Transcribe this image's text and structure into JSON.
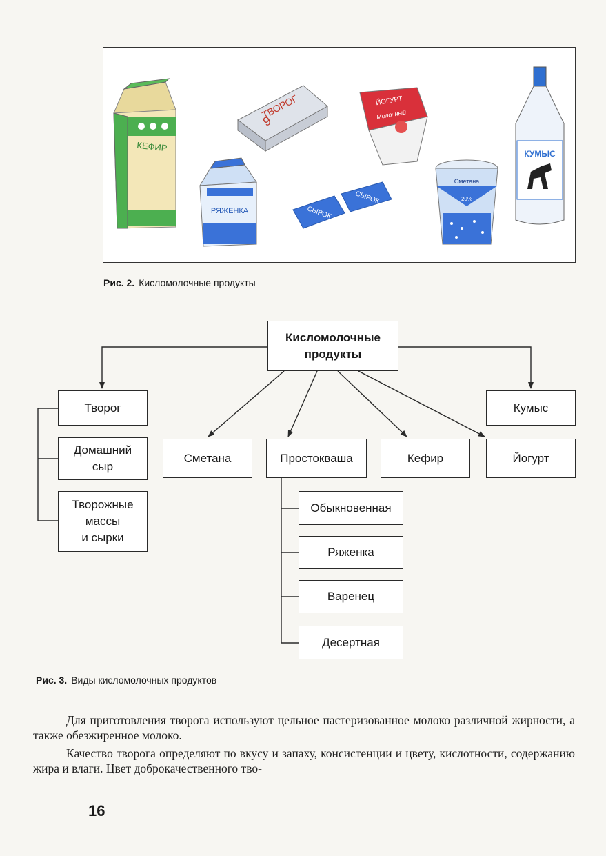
{
  "figure2": {
    "caption_label": "Рис. 2.",
    "caption_text": "Кисломолочные продукты",
    "product_labels": {
      "kefir": "КЕФИР",
      "tvorog": "ТВОРОГ",
      "tvorog_number": "9",
      "yogurt": "ЙОГУРТ",
      "yogurt_sub": "Молочный",
      "ryazhenka": "РЯЖЕНКА",
      "cheese_left": "СЫРОК",
      "cheese_right": "СЫРОК",
      "smetana": "Сметана",
      "smetana_percent": "20%",
      "kumys": "КУМЫС"
    }
  },
  "figure3": {
    "caption_label": "Рис. 3.",
    "caption_text": "Виды кисломолочных продуктов",
    "root": "Кисломолочные\nпродукты",
    "left_group": [
      "Творог",
      "Домашний\nсыр",
      "Творожные\nмассы\nи сырки"
    ],
    "middle_row": [
      "Сметана",
      "Простокваша",
      "Кефир",
      "Йогурт"
    ],
    "kumys": "Кумыс",
    "prostokvasha_types": [
      "Обыкновенная",
      "Ряженка",
      "Варенец",
      "Десертная"
    ]
  },
  "body_text": {
    "paragraph1": "Для приготовления творога используют цельное пастеризованное молоко различной жирности, а также обезжиренное молоко.",
    "paragraph2": "Качество творога определяют по вкусу и запаху, консистенции и цвету, кислотности, содержанию жира и влаги. Цвет доброкачественного тво-"
  },
  "page_number": "16",
  "colors": {
    "kefir_green": "#4caf50",
    "kefir_body": "#f3e7b8",
    "blue_pkg": "#3a72d8",
    "light_blue": "#cfe0f5",
    "yogurt_red": "#d9303a",
    "kumys_blue": "#2f6fd0"
  }
}
